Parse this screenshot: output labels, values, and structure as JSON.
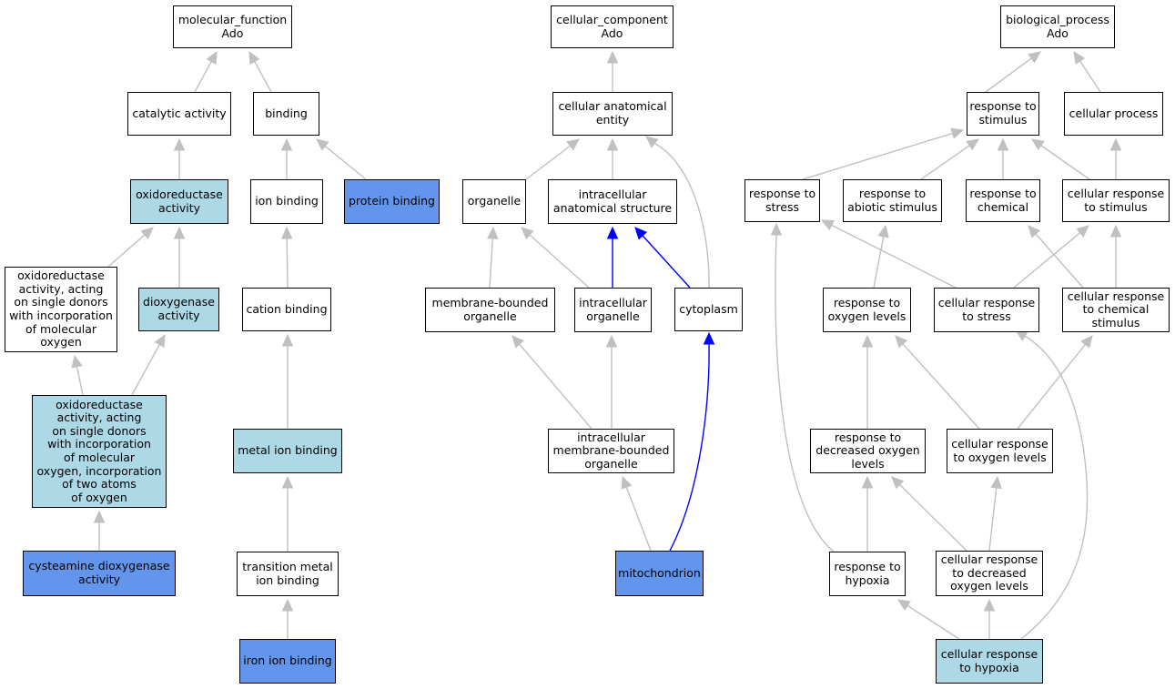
{
  "diagram": {
    "nodes": [
      {
        "id": "mf",
        "label": "molecular_function\nAdo",
        "fill": "#ffffff"
      },
      {
        "id": "cat",
        "label": "catalytic activity",
        "fill": "#ffffff"
      },
      {
        "id": "bind",
        "label": "binding",
        "fill": "#ffffff"
      },
      {
        "id": "oxred",
        "label": "oxidoreductase\nactivity",
        "fill": "#add8e6"
      },
      {
        "id": "ionb",
        "label": "ion binding",
        "fill": "#ffffff"
      },
      {
        "id": "protb",
        "label": "protein binding",
        "fill": "#6495ed"
      },
      {
        "id": "oxsd",
        "label": "oxidoreductase\nactivity, acting\non single donors\nwith incorporation\nof molecular\noxygen",
        "fill": "#ffffff"
      },
      {
        "id": "diox",
        "label": "dioxygenase\nactivity",
        "fill": "#add8e6"
      },
      {
        "id": "cationb",
        "label": "cation binding",
        "fill": "#ffffff"
      },
      {
        "id": "oxsd2",
        "label": "oxidoreductase\nactivity, acting\non single donors\nwith incorporation\nof molecular\noxygen, incorporation\nof two atoms\nof oxygen",
        "fill": "#add8e6"
      },
      {
        "id": "metalb",
        "label": "metal ion binding",
        "fill": "#add8e6"
      },
      {
        "id": "cdo",
        "label": "cysteamine dioxygenase\nactivity",
        "fill": "#6495ed"
      },
      {
        "id": "tmib",
        "label": "transition metal\nion binding",
        "fill": "#ffffff"
      },
      {
        "id": "ironb",
        "label": "iron ion binding",
        "fill": "#6495ed"
      },
      {
        "id": "cc",
        "label": "cellular_component\nAdo",
        "fill": "#ffffff"
      },
      {
        "id": "cae",
        "label": "cellular anatomical\nentity",
        "fill": "#ffffff"
      },
      {
        "id": "organelle",
        "label": "organelle",
        "fill": "#ffffff"
      },
      {
        "id": "ias",
        "label": "intracellular\nanatomical structure",
        "fill": "#ffffff"
      },
      {
        "id": "mbo",
        "label": "membrane-bounded\norganelle",
        "fill": "#ffffff"
      },
      {
        "id": "io",
        "label": "intracellular\norganelle",
        "fill": "#ffffff"
      },
      {
        "id": "cyto",
        "label": "cytoplasm",
        "fill": "#ffffff"
      },
      {
        "id": "imbo",
        "label": "intracellular\nmembrane-bounded\norganelle",
        "fill": "#ffffff"
      },
      {
        "id": "mito",
        "label": "mitochondrion",
        "fill": "#6495ed"
      },
      {
        "id": "bp",
        "label": "biological_process\nAdo",
        "fill": "#ffffff"
      },
      {
        "id": "rts",
        "label": "response to\nstimulus",
        "fill": "#ffffff"
      },
      {
        "id": "cp",
        "label": "cellular process",
        "fill": "#ffffff"
      },
      {
        "id": "rstress",
        "label": "response to\nstress",
        "fill": "#ffffff"
      },
      {
        "id": "ras",
        "label": "response to\nabiotic stimulus",
        "fill": "#ffffff"
      },
      {
        "id": "rchem",
        "label": "response to\nchemical",
        "fill": "#ffffff"
      },
      {
        "id": "crstim",
        "label": "cellular response\nto stimulus",
        "fill": "#ffffff"
      },
      {
        "id": "rol",
        "label": "response to\noxygen levels",
        "fill": "#ffffff"
      },
      {
        "id": "crstress",
        "label": "cellular response\nto stress",
        "fill": "#ffffff"
      },
      {
        "id": "crchem",
        "label": "cellular response\nto chemical\nstimulus",
        "fill": "#ffffff"
      },
      {
        "id": "rdol",
        "label": "response to\ndecreased oxygen\nlevels",
        "fill": "#ffffff"
      },
      {
        "id": "crol",
        "label": "cellular response\nto oxygen levels",
        "fill": "#ffffff"
      },
      {
        "id": "rhyp",
        "label": "response to\nhypoxia",
        "fill": "#ffffff"
      },
      {
        "id": "crdol",
        "label": "cellular response\nto decreased\noxygen levels",
        "fill": "#ffffff"
      },
      {
        "id": "crhyp",
        "label": "cellular response\nto hypoxia",
        "fill": "#add8e6"
      }
    ],
    "edges": [
      {
        "from": "cat",
        "to": "mf",
        "color": "#c0c0c0"
      },
      {
        "from": "bind",
        "to": "mf",
        "color": "#c0c0c0"
      },
      {
        "from": "oxred",
        "to": "cat",
        "color": "#c0c0c0"
      },
      {
        "from": "ionb",
        "to": "bind",
        "color": "#c0c0c0"
      },
      {
        "from": "protb",
        "to": "bind",
        "color": "#c0c0c0"
      },
      {
        "from": "oxsd",
        "to": "oxred",
        "color": "#c0c0c0"
      },
      {
        "from": "diox",
        "to": "oxred",
        "color": "#c0c0c0"
      },
      {
        "from": "cationb",
        "to": "ionb",
        "color": "#c0c0c0"
      },
      {
        "from": "oxsd2",
        "to": "oxsd",
        "color": "#c0c0c0"
      },
      {
        "from": "oxsd2",
        "to": "diox",
        "color": "#c0c0c0"
      },
      {
        "from": "metalb",
        "to": "cationb",
        "color": "#c0c0c0"
      },
      {
        "from": "cdo",
        "to": "oxsd2",
        "color": "#c0c0c0"
      },
      {
        "from": "tmib",
        "to": "metalb",
        "color": "#c0c0c0"
      },
      {
        "from": "ironb",
        "to": "tmib",
        "color": "#c0c0c0"
      },
      {
        "from": "cae",
        "to": "cc",
        "color": "#c0c0c0"
      },
      {
        "from": "organelle",
        "to": "cae",
        "color": "#c0c0c0"
      },
      {
        "from": "ias",
        "to": "cae",
        "color": "#c0c0c0"
      },
      {
        "from": "cyto",
        "to": "cae",
        "color": "#c0c0c0",
        "curve": "cyto-cae"
      },
      {
        "from": "mbo",
        "to": "organelle",
        "color": "#c0c0c0"
      },
      {
        "from": "io",
        "to": "organelle",
        "color": "#c0c0c0"
      },
      {
        "from": "io",
        "to": "ias",
        "color": "#0000ff"
      },
      {
        "from": "cyto",
        "to": "ias",
        "color": "#0000ff"
      },
      {
        "from": "imbo",
        "to": "mbo",
        "color": "#c0c0c0"
      },
      {
        "from": "imbo",
        "to": "io",
        "color": "#c0c0c0"
      },
      {
        "from": "mito",
        "to": "imbo",
        "color": "#c0c0c0"
      },
      {
        "from": "mito",
        "to": "cyto",
        "color": "#0000ff",
        "curve": "mito-cyto"
      },
      {
        "from": "rts",
        "to": "bp",
        "color": "#c0c0c0"
      },
      {
        "from": "cp",
        "to": "bp",
        "color": "#c0c0c0"
      },
      {
        "from": "rstress",
        "to": "rts",
        "color": "#c0c0c0"
      },
      {
        "from": "ras",
        "to": "rts",
        "color": "#c0c0c0"
      },
      {
        "from": "rchem",
        "to": "rts",
        "color": "#c0c0c0"
      },
      {
        "from": "crstim",
        "to": "rts",
        "color": "#c0c0c0"
      },
      {
        "from": "crstim",
        "to": "cp",
        "color": "#c0c0c0"
      },
      {
        "from": "rol",
        "to": "ras",
        "color": "#c0c0c0"
      },
      {
        "from": "crstress",
        "to": "rstress",
        "color": "#c0c0c0"
      },
      {
        "from": "crstress",
        "to": "crstim",
        "color": "#c0c0c0"
      },
      {
        "from": "crchem",
        "to": "rchem",
        "color": "#c0c0c0"
      },
      {
        "from": "crchem",
        "to": "crstim",
        "color": "#c0c0c0"
      },
      {
        "from": "rdol",
        "to": "rol",
        "color": "#c0c0c0"
      },
      {
        "from": "crol",
        "to": "rol",
        "color": "#c0c0c0"
      },
      {
        "from": "crol",
        "to": "crchem",
        "color": "#c0c0c0"
      },
      {
        "from": "rhyp",
        "to": "rdol",
        "color": "#c0c0c0"
      },
      {
        "from": "rhyp",
        "to": "rstress",
        "color": "#c0c0c0",
        "curve": "rhyp-rstress"
      },
      {
        "from": "crdol",
        "to": "rdol",
        "color": "#c0c0c0"
      },
      {
        "from": "crdol",
        "to": "crol",
        "color": "#c0c0c0"
      },
      {
        "from": "crhyp",
        "to": "rhyp",
        "color": "#c0c0c0"
      },
      {
        "from": "crhyp",
        "to": "crdol",
        "color": "#c0c0c0"
      },
      {
        "from": "crhyp",
        "to": "crstress",
        "color": "#c0c0c0",
        "curve": "crhyp-crstress"
      }
    ]
  }
}
